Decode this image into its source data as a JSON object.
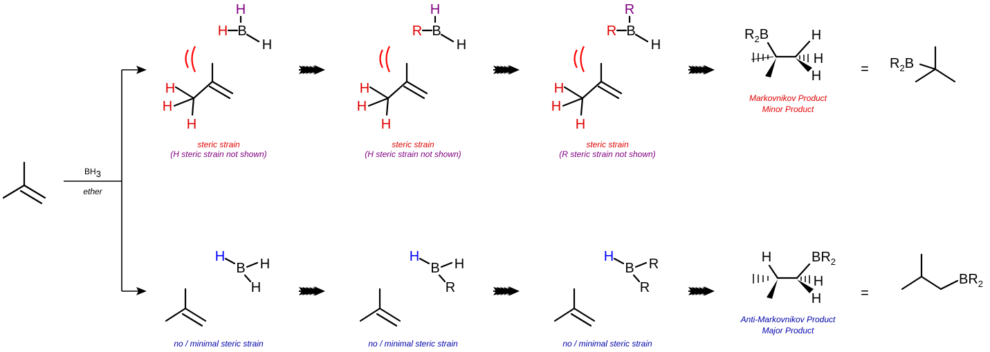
{
  "colors": {
    "steric_red": "#e00000",
    "purple": "#800080",
    "blue": "#0000ff",
    "black": "#000000"
  },
  "reagents": {
    "top": "BH3",
    "top_base": "BH",
    "top_sub": "3",
    "bottom": "ether"
  },
  "labels": {
    "equals": "=",
    "H": "H",
    "B": "B",
    "R": "R",
    "R2B_main": "R",
    "R2B_sub": "2",
    "R2B_B": "B",
    "BR2_B": "BR",
    "BR2_sub": "2"
  },
  "top_row": {
    "captions": [
      {
        "line1": "steric strain",
        "line2": "(H steric strain not shown)"
      },
      {
        "line1": "steric strain",
        "line2": "(H steric strain not shown)"
      },
      {
        "line1": "steric strain",
        "line2": "(R steric strain not shown)"
      }
    ],
    "product_caption": {
      "line1": "Markovnikov Product",
      "line2": "Minor Product"
    }
  },
  "bottom_row": {
    "captions": [
      "no / minimal steric strain",
      "no / minimal steric strain",
      "no / minimal steric strain"
    ],
    "product_caption": {
      "line1": "Anti-Markovnikov Product",
      "line2": "Major Product"
    }
  }
}
